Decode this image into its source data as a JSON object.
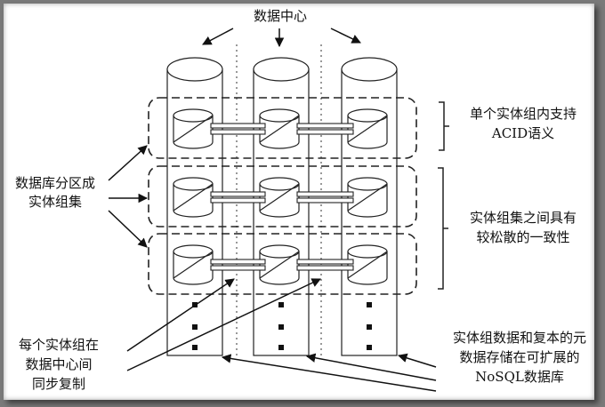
{
  "diagram": {
    "top_label": "数据中心",
    "left_partition_label": [
      "数据库分区成",
      "实体组集"
    ],
    "right_acid_label": [
      "单个实体组内支持",
      "ACID语义"
    ],
    "right_consistency_label": [
      "实体组集之间具有",
      "较松散的一致性"
    ],
    "bottom_left_label": [
      "每个实体组在",
      "数据中心间",
      "同步复制"
    ],
    "bottom_right_label": [
      "实体组数据和复本的元",
      "数据存储在可扩展的",
      "NoSQL数据库"
    ],
    "datacenters": 3,
    "entity_group_rows": 3
  }
}
